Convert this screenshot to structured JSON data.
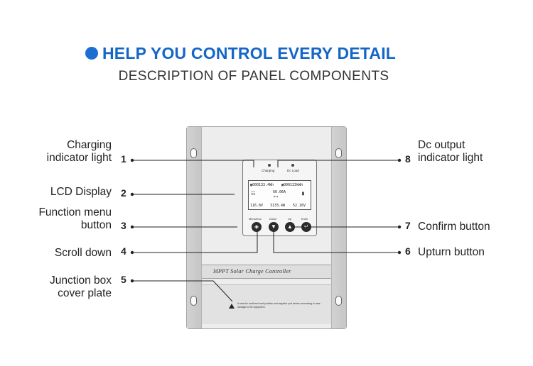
{
  "header": {
    "title": "HELP YOU CONTROL EVERY DETAIL",
    "subtitle": "DESCRIPTION OF PANEL COMPONENTS"
  },
  "colors": {
    "accent": "#1466c8",
    "bullet": "#1a6fd1"
  },
  "device": {
    "led_left_label": "Charging",
    "led_right_label": "Dc Load",
    "lcd_line1_left": "▣000133.4Wh",
    "lcd_line1_right": "▣000133kWh",
    "lcd_current": "60.06A",
    "lcd_bottom_left": "116.8V",
    "lcd_bottom_mid": "3133.4W",
    "lcd_bottom_right": "52.16V",
    "buttons": [
      {
        "label": "Menu/Esc",
        "icon": "diamond-icon",
        "glyph": "◈"
      },
      {
        "label": "Down",
        "icon": "down-arrow-icon",
        "glyph": "▼"
      },
      {
        "label": "Up",
        "icon": "up-arrow-icon",
        "glyph": "▲"
      },
      {
        "label": "Enter",
        "icon": "enter-icon",
        "glyph": "↵"
      }
    ],
    "band_title": "MPPT  Solar Charge Controller",
    "warning_text": "It must be confirmed well positive and negative port before connecting in case damage to the equipment."
  },
  "callouts_left": [
    {
      "num": "1",
      "line1": "Charging",
      "line2": "indicator light"
    },
    {
      "num": "2",
      "line1": "LCD Display",
      "line2": ""
    },
    {
      "num": "3",
      "line1": "Function menu",
      "line2": "button"
    },
    {
      "num": "4",
      "line1": "Scroll down",
      "line2": ""
    },
    {
      "num": "5",
      "line1": "Junction box",
      "line2": "cover plate"
    }
  ],
  "callouts_right": [
    {
      "num": "8",
      "line1": "Dc output",
      "line2": "indicator light"
    },
    {
      "num": "7",
      "line1": "Confirm button",
      "line2": ""
    },
    {
      "num": "6",
      "line1": "Upturn button",
      "line2": ""
    }
  ]
}
